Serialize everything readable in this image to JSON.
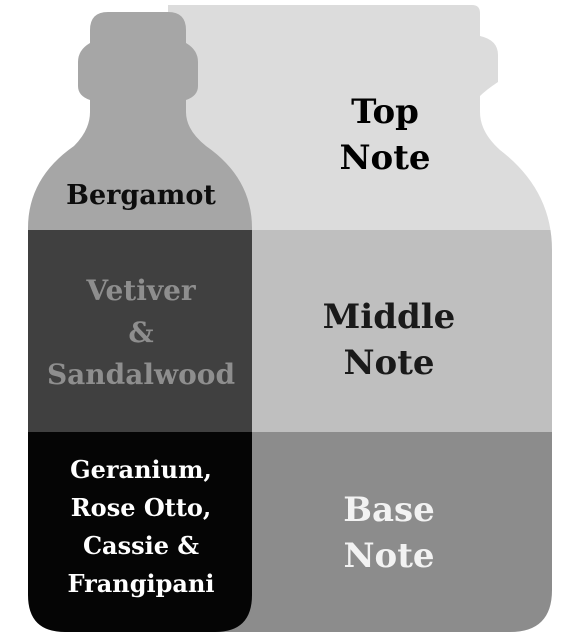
{
  "layers": [
    {
      "note_label": [
        "Top",
        "Note"
      ],
      "ingredients": [
        "Bergamot"
      ],
      "jar_color": "#dcdcdc",
      "bottle_color": "#a6a6a6",
      "ingredient_text_color": "#0d0d0d",
      "note_text_color": "#000000"
    },
    {
      "note_label": [
        "Middle",
        "Note"
      ],
      "ingredients": [
        "Vetiver",
        "&",
        "Sandalwood"
      ],
      "jar_color": "#bfbfbf",
      "bottle_color": "#404040",
      "ingredient_text_color": "#8e8e8e",
      "note_text_color": "#1a1a1a"
    },
    {
      "note_label": [
        "Base",
        "Note"
      ],
      "ingredients": [
        "Geranium,",
        "Rose Otto,",
        "Cassie &",
        "Frangipani"
      ],
      "jar_color": "#8c8c8c",
      "bottle_color": "#050505",
      "ingredient_text_color": "#ffffff",
      "note_text_color": "#f2f2f2"
    }
  ]
}
